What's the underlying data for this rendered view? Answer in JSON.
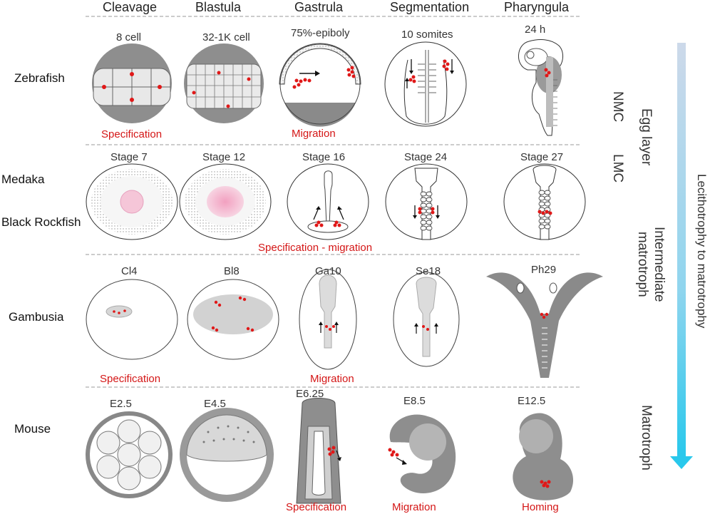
{
  "columns": [
    "Cleavage",
    "Blastula",
    "Gastrula",
    "Segmentation",
    "Pharyngula"
  ],
  "species": [
    "Zebrafish",
    "Medaka",
    "Black Rockfish",
    "Gambusia",
    "Mouse"
  ],
  "zebrafish": {
    "stages": [
      "8 cell",
      "32-1K cell",
      "75%-epiboly",
      "10 somites",
      "24 h"
    ],
    "annotations": [
      "Specification",
      "Migration"
    ]
  },
  "medaka": {
    "stages": [
      "Stage 7",
      "Stage 12",
      "Stage 16",
      "Stage 24",
      "Stage 27"
    ],
    "annotations": [
      "Specification - migration"
    ]
  },
  "gambusia": {
    "stages": [
      "Cl4",
      "Bl8",
      "Ga10",
      "Se18",
      "Ph29"
    ],
    "annotations": [
      "Specification",
      "Migration"
    ]
  },
  "mouse": {
    "stages": [
      "E2.5",
      "E4.5",
      "E6.25",
      "E8.5",
      "E12.5"
    ],
    "annotations": [
      "Specification",
      "Migration",
      "Homing"
    ]
  },
  "side_labels": {
    "nmc": "NMC",
    "lmc": "LMC",
    "egg_layer": "Egg layer",
    "intermediate": [
      "Intermediate",
      "matrotroph"
    ],
    "matrotroph": "Matrotroph",
    "arrow_label": "Lecithotrophy to matrotrophy"
  },
  "colors": {
    "pgc_red": "#e01818",
    "text_red": "#d41616",
    "embryo_gray": "#8a8a8a",
    "light_gray": "#cfcfcf",
    "arrow_top": "#c9d8ec",
    "arrow_bottom": "#29c8ec"
  }
}
